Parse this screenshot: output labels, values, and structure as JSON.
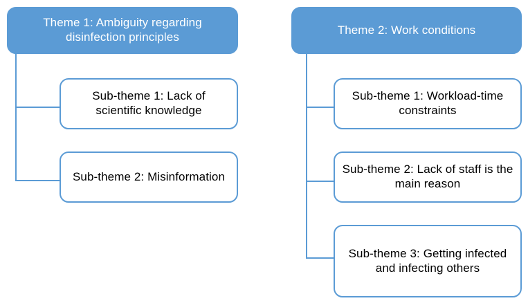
{
  "diagram": {
    "type": "thematic-hierarchy",
    "colors": {
      "theme_fill": "#5B9BD5",
      "theme_text": "#FFFFFF",
      "sub_border": "#5B9BD5",
      "sub_fill": "#FFFFFF",
      "sub_text": "#000000",
      "connector": "#5B9BD5",
      "background": "#FFFFFF"
    },
    "branches": [
      {
        "id": "theme-1",
        "theme_label": "Theme 1: Ambiguity regarding disinfection principles",
        "subthemes": [
          {
            "id": "t1-sub-1",
            "label": "Sub-theme 1: Lack of scientific knowledge"
          },
          {
            "id": "t1-sub-2",
            "label": "Sub-theme 2: Misinformation"
          }
        ]
      },
      {
        "id": "theme-2",
        "theme_label": "Theme 2: Work conditions",
        "subthemes": [
          {
            "id": "t2-sub-1",
            "label": "Sub-theme 1: Workload-time constraints"
          },
          {
            "id": "t2-sub-2",
            "label": "Sub-theme 2: Lack of staff is the main reason"
          },
          {
            "id": "t2-sub-3",
            "label": "Sub-theme 3: Getting infected and infecting others"
          }
        ]
      }
    ]
  }
}
